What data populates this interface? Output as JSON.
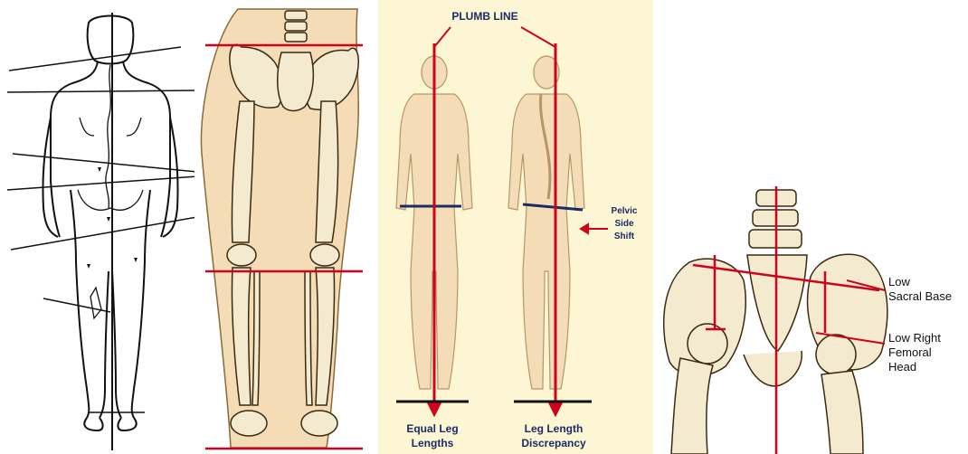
{
  "panel3": {
    "plumb_line": "PLUMB LINE",
    "left_caption": [
      "Equal Leg",
      "Lengths"
    ],
    "right_caption": [
      "Leg Length",
      "Discrepancy"
    ],
    "pelvic_label": [
      "Pelvic",
      "Side",
      "Shift"
    ]
  },
  "panel4": {
    "sacral_label": [
      "Low",
      "Sacral Base"
    ],
    "femoral_label": [
      "Low Right",
      "Femoral",
      "Head"
    ]
  },
  "colors": {
    "plumb_red": "#d0021b",
    "pelvis_navy": "#1c2b63",
    "bone": "#f4ead0",
    "skin": "#f3dcb6",
    "panel3_bg": "#fdf6d4"
  }
}
